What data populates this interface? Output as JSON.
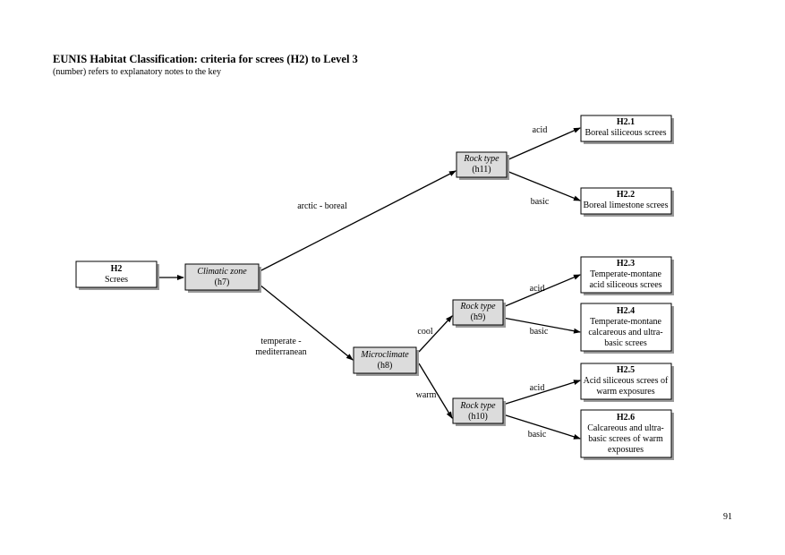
{
  "header": {
    "title": "EUNIS Habitat Classification: criteria for screes (H2) to Level 3",
    "subtitle": "(number) refers to explanatory notes to the key"
  },
  "page_number": "91",
  "nodes": {
    "h2": {
      "line1": "H2",
      "line2": "Screes"
    },
    "climatic": {
      "line1": "Climatic zone",
      "line2": "(h7)"
    },
    "micro": {
      "line1": "Microclimate",
      "line2": "(h8)"
    },
    "rock11": {
      "line1": "Rock  type",
      "line2": "(h11)"
    },
    "rock9": {
      "line1": "Rock  type",
      "line2": "(h9)"
    },
    "rock10": {
      "line1": "Rock  type",
      "line2": "(h10)"
    },
    "h21": {
      "code": "H2.1",
      "lines": [
        "Boreal siliceous screes"
      ]
    },
    "h22": {
      "code": "H2.2",
      "lines": [
        "Boreal limestone screes"
      ]
    },
    "h23": {
      "code": "H2.3",
      "lines": [
        "Temperate-montane",
        "acid siliceous screes"
      ]
    },
    "h24": {
      "code": "H2.4",
      "lines": [
        "Temperate-montane",
        "calcareous and ultra-",
        "basic screes"
      ]
    },
    "h25": {
      "code": "H2.5",
      "lines": [
        "Acid siliceous screes of",
        "warm exposures"
      ]
    },
    "h26": {
      "code": "H2.6",
      "lines": [
        "Calcareous and ultra-",
        "basic screes of warm",
        "exposures"
      ]
    }
  },
  "edge_labels": {
    "arctic_boreal": "arctic - boreal",
    "temperate_line1": "temperate -",
    "temperate_line2": "mediterranean",
    "cool": "cool",
    "warm": "warm",
    "acid_h11": "acid",
    "basic_h11": "basic",
    "acid_h9": "acid",
    "basic_h9": "basic",
    "acid_h10": "acid",
    "basic_h10": "basic"
  },
  "colors": {
    "criterion_box": "#dcdcdc",
    "habitat_box": "#ffffff",
    "shadow": "#9a9a9a"
  }
}
